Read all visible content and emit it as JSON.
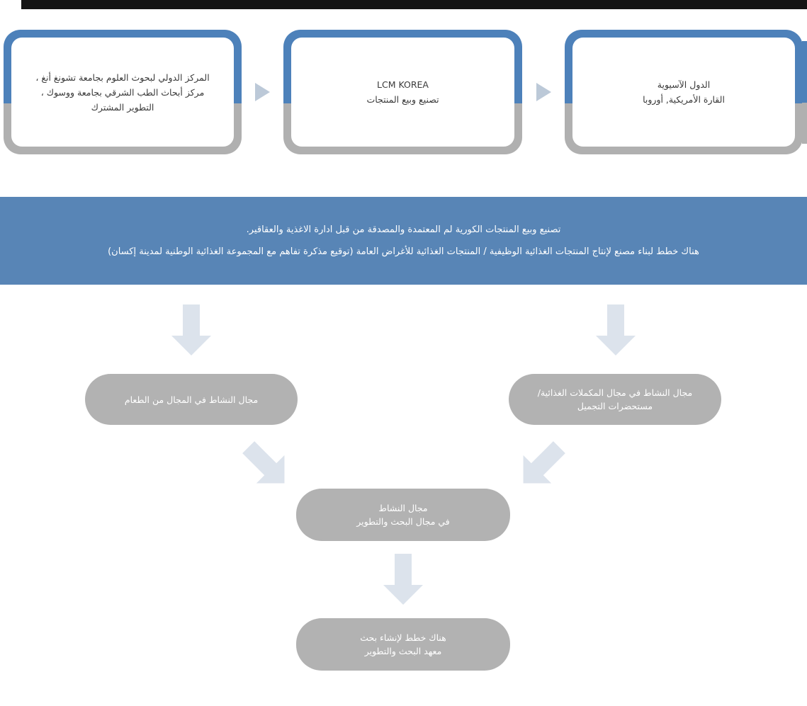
{
  "top_boxes": [
    {
      "lines": [
        "المركز الدولي لبحوث العلوم بجامعة تشونغ أنغ ،",
        "مركز أبحاث الطب الشرقي بجامعة ووسوك ،",
        "التطوير المشترك"
      ]
    },
    {
      "lines": [
        "LCM KOREA",
        "تصنيع وبيع المنتجات"
      ]
    },
    {
      "lines": [
        "الدول الآسيوية",
        "القارة الأمريكية, أوروبا"
      ]
    }
  ],
  "banner": {
    "line1": "تصنيع وبيع المنتجات الكورية لم المعتمدة والمصدقة من قبل ادارة الاغذية والعقاقير.",
    "line2": "هناك خطط لبناء مصنع لإنتاج المنتجات الغذائية الوظيفية / المنتجات الغذائية للأغراض العامة (توقيع مذكرة تفاهم مع المجموعة الغذائية الوطنية لمدينة إكسان)"
  },
  "flow_boxes": {
    "left": {
      "line1": "مجال النشاط في المجال من الطعام"
    },
    "right": {
      "line1": "مجال النشاط في مجال المكملات الغذائية/",
      "line2": "مستحضرات التجميل"
    },
    "center": {
      "line1": "مجال النشاط",
      "line2": "في مجال البحث والتطوير"
    },
    "bottom": {
      "line1": "هناك خطط لإنشاء بحث",
      "line2": "معهد البحث والتطوير"
    }
  },
  "colors": {
    "top_bar": "#141414",
    "box_border_blue": "#4d81ba",
    "box_border_gray": "#b0b0b0",
    "banner_bg": "#5885b6",
    "flow_box_gray": "#b2b2b2",
    "big_arrow_light": "#dce3ec",
    "small_arrow": "#bcc9d8"
  }
}
